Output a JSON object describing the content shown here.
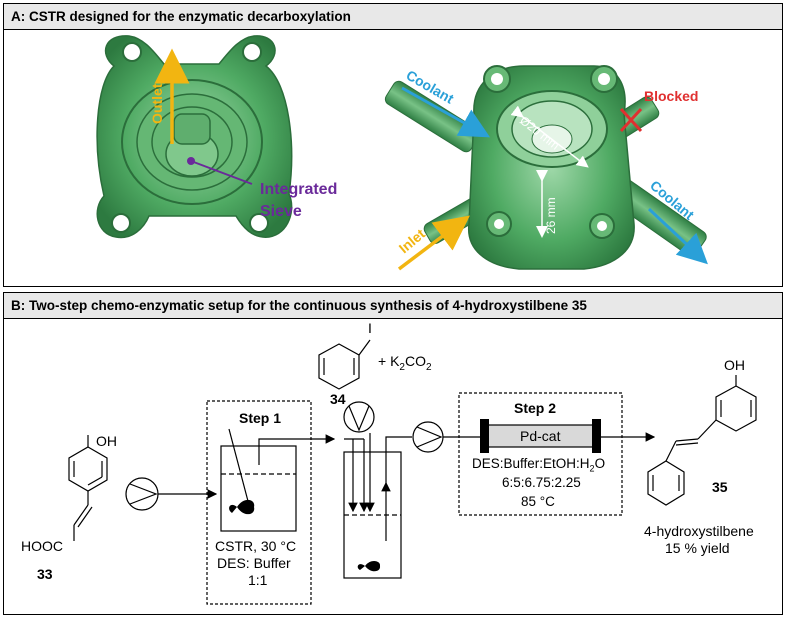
{
  "panel_a": {
    "title": "A: CSTR designed for the enzymatic decarboxylation",
    "outlet": "Outlet",
    "integrated": "Integrated",
    "sieve": "Sieve",
    "coolant_top": "Coolant",
    "coolant_bottom": "Coolant",
    "blocked": "Blocked",
    "inlet": "Inlet",
    "dim_diameter": "Ø20 mm",
    "dim_height": "26 mm",
    "colors": {
      "green": "#3f9a55",
      "outlet_arrow": "#f2b511",
      "sieve_label": "#6a2a9a",
      "coolant": "#2aa0d8",
      "blocked": "#e03030"
    }
  },
  "panel_b": {
    "title": "B: Two-step chemo-enzymatic setup for the continuous synthesis of 4-hydroxystilbene 35",
    "oh_33": "OH",
    "hooc": "HOOC",
    "label_33": "33",
    "reagent_plus": "+ K",
    "reagent_sub1": "2",
    "reagent_co": "CO",
    "reagent_sub2": "2",
    "label_34": "34",
    "iodo": "I",
    "step1": "Step 1",
    "cstr_temp": "CSTR, 30 °C",
    "des_buffer": "DES: Buffer",
    "ratio1": "1:1",
    "step2": "Step 2",
    "pdcat": "Pd-cat",
    "solvent": "DES:Buffer:EtOH:H",
    "solvent_sub": "2",
    "solvent_end": "O",
    "ratio2": "6:5:6.75:2.25",
    "temp2": "85 °C",
    "oh_35": "OH",
    "label_35": "35",
    "product_name": "4-hydroxystilbene",
    "yield": "15 % yield"
  }
}
